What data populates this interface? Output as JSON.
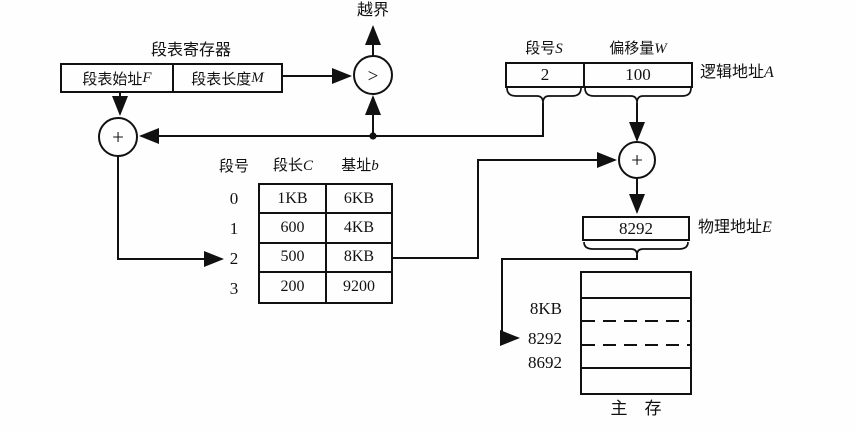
{
  "operators": {
    "greater": ">",
    "plus": "+"
  },
  "overflow_label": "越界",
  "segment_table_register": {
    "title": "段表寄存器",
    "start_field": {
      "text": "段表始址",
      "var": "F"
    },
    "length_field": {
      "text": "段表长度",
      "var": "M"
    }
  },
  "logical_address": {
    "segment_header": {
      "text": "段号",
      "var": "S"
    },
    "offset_header": {
      "text": "偏移量",
      "var": "W"
    },
    "segment_value": "2",
    "offset_value": "100",
    "label": {
      "text": "逻辑地址",
      "var": "A"
    }
  },
  "segment_table": {
    "index_header": "段号",
    "length_header": {
      "text": "段长",
      "var": "C"
    },
    "base_header": {
      "text": "基址",
      "var": "b"
    },
    "rows": [
      {
        "index": "0",
        "length": "1KB",
        "base": "6KB"
      },
      {
        "index": "1",
        "length": "600",
        "base": "4KB"
      },
      {
        "index": "2",
        "length": "500",
        "base": "8KB"
      },
      {
        "index": "3",
        "length": "200",
        "base": "9200"
      }
    ]
  },
  "physical_address": {
    "value": "8292",
    "label": {
      "text": "物理地址",
      "var": "E"
    }
  },
  "memory": {
    "row_labels": [
      "8KB",
      "8292",
      "8692"
    ],
    "caption": "主　存"
  }
}
